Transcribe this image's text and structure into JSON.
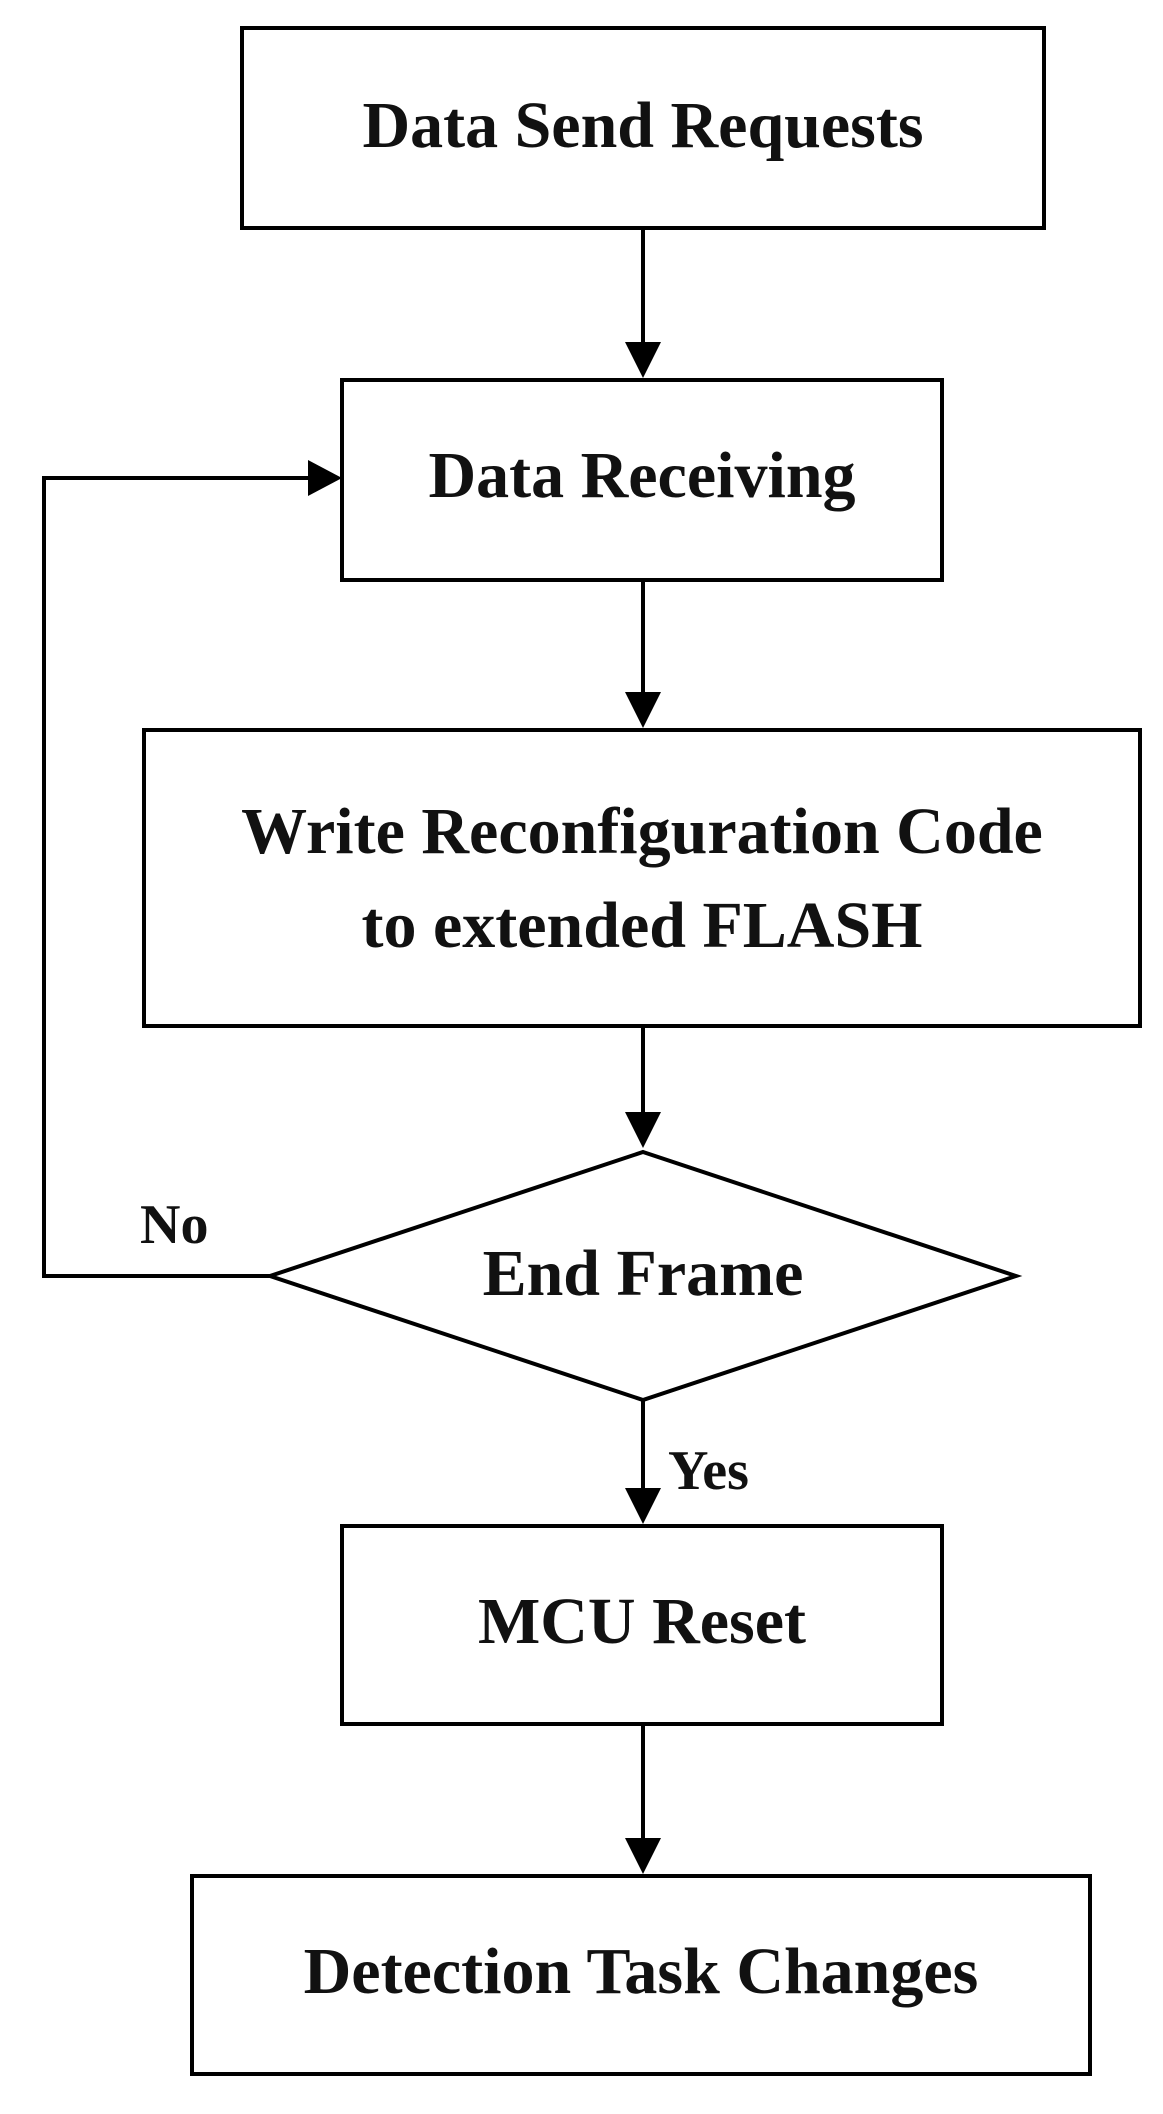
{
  "nodes": {
    "data_send_requests": "Data Send Requests",
    "data_receiving": "Data Receiving",
    "write_reconfiguration": {
      "line1": "Write Reconfiguration Code",
      "line2": "to extended FLASH"
    },
    "end_frame": "End Frame",
    "mcu_reset": "MCU Reset",
    "detection_task_changes": "Detection Task Changes"
  },
  "edges": {
    "no_label": "No",
    "yes_label": "Yes"
  },
  "colors": {
    "stroke": "#000000",
    "background": "#ffffff",
    "text": "#111111"
  }
}
